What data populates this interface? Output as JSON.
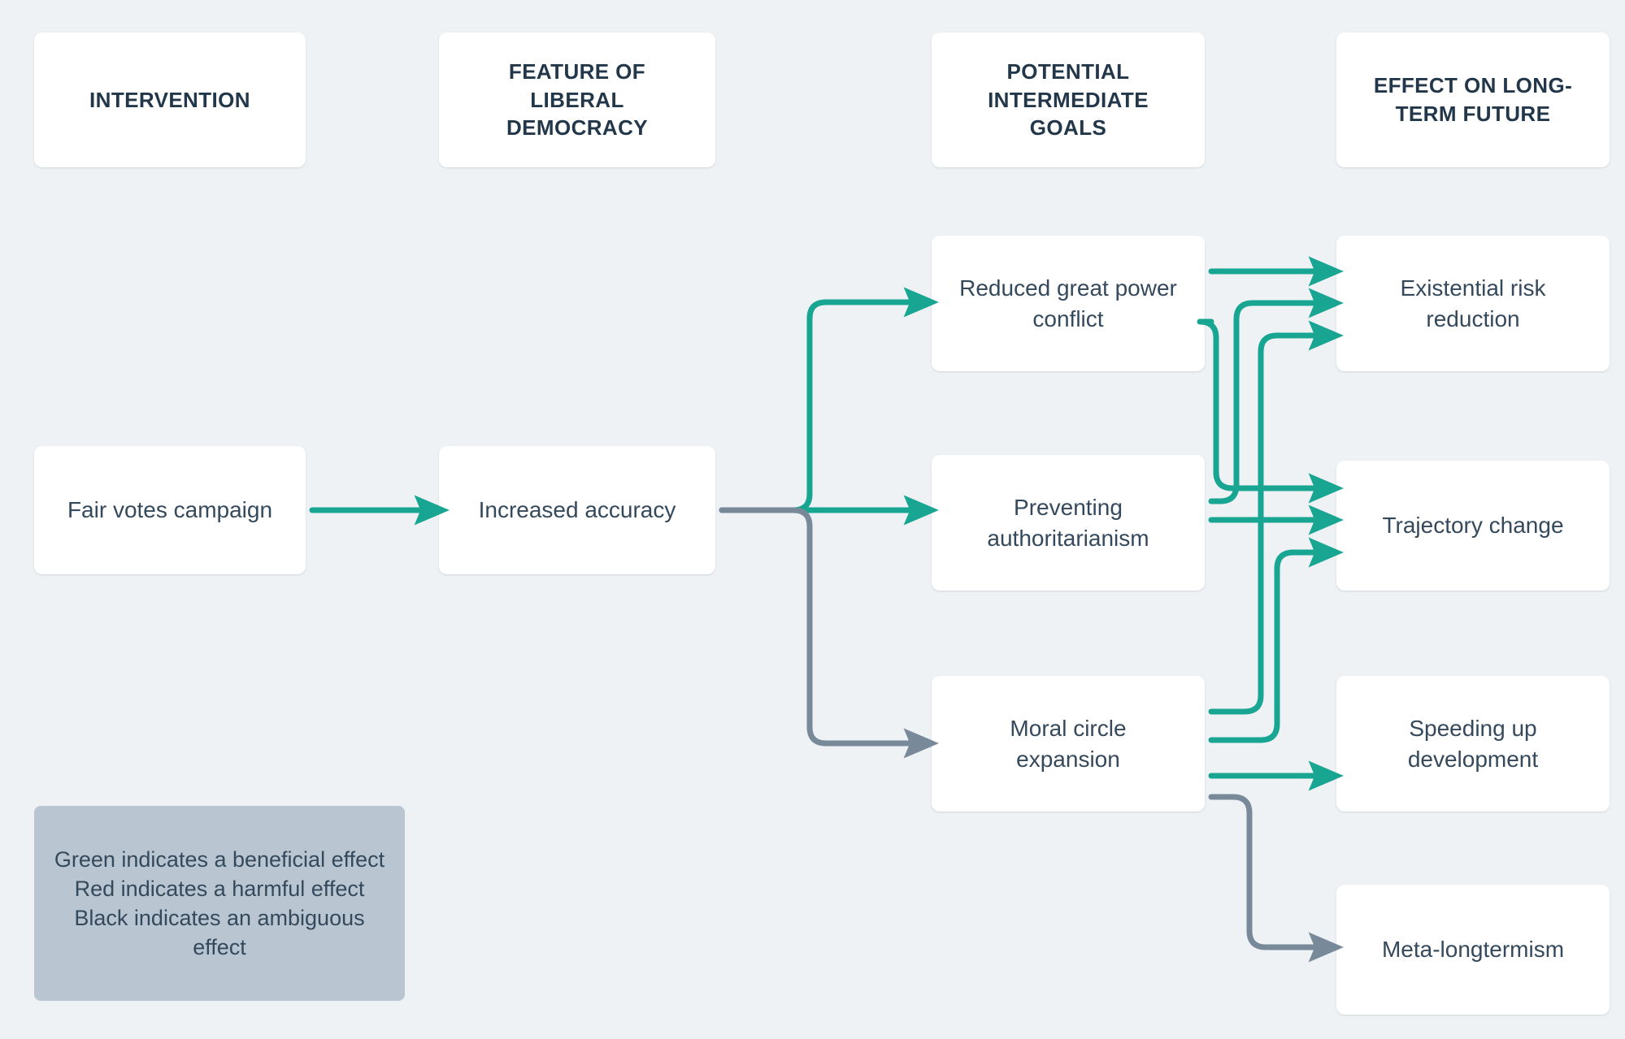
{
  "diagram": {
    "title": "Fair votes campaign longtermism pathway diagram",
    "background_color": "#eff2f5",
    "colors": {
      "beneficial": "#18a592",
      "ambiguous": "#78899a",
      "harmful": "#c0392b",
      "node_bg": "#ffffff",
      "legend_bg": "#b9c6d1",
      "text": "#35495c"
    },
    "columns": [
      {
        "id": "intervention",
        "header": "INTERVENTION"
      },
      {
        "id": "feature",
        "header": "FEATURE OF\nLIBERAL\nDEMOCRACY"
      },
      {
        "id": "goals",
        "header": "POTENTIAL\nINTERMEDIATE\nGOALS"
      },
      {
        "id": "effects",
        "header": "EFFECT ON LONG-\nTERM FUTURE"
      }
    ],
    "nodes": {
      "fair_votes_campaign": "Fair votes campaign",
      "increased_accuracy": "Increased accuracy",
      "reduced_great_power_conflict": "Reduced great power\nconflict",
      "preventing_authoritarianism": "Preventing\nauthoritarianism",
      "moral_circle_expansion": "Moral circle\nexpansion",
      "existential_risk_reduction": "Existential risk\nreduction",
      "trajectory_change": "Trajectory change",
      "speeding_up_development": "Speeding up\ndevelopment",
      "meta_longtermism": "Meta-longtermism"
    },
    "legend": {
      "text": "Green indicates a beneficial effect\nRed indicates a harmful effect\nBlack indicates an ambiguous effect",
      "lines": [
        "Green indicates a beneficial effect",
        "Red indicates a harmful effect",
        "Black indicates an ambiguous effect"
      ]
    },
    "edges": [
      {
        "from": "fair_votes_campaign",
        "to": "increased_accuracy",
        "effect": "beneficial"
      },
      {
        "from": "increased_accuracy",
        "to": "reduced_great_power_conflict",
        "effect": "beneficial"
      },
      {
        "from": "increased_accuracy",
        "to": "preventing_authoritarianism",
        "effect": "beneficial"
      },
      {
        "from": "increased_accuracy",
        "to": "moral_circle_expansion",
        "effect": "ambiguous"
      },
      {
        "from": "reduced_great_power_conflict",
        "to": "existential_risk_reduction",
        "effect": "beneficial"
      },
      {
        "from": "reduced_great_power_conflict",
        "to": "trajectory_change",
        "effect": "beneficial"
      },
      {
        "from": "preventing_authoritarianism",
        "to": "existential_risk_reduction",
        "effect": "beneficial"
      },
      {
        "from": "preventing_authoritarianism",
        "to": "trajectory_change",
        "effect": "beneficial"
      },
      {
        "from": "moral_circle_expansion",
        "to": "existential_risk_reduction",
        "effect": "beneficial"
      },
      {
        "from": "moral_circle_expansion",
        "to": "trajectory_change",
        "effect": "beneficial"
      },
      {
        "from": "moral_circle_expansion",
        "to": "speeding_up_development",
        "effect": "beneficial"
      },
      {
        "from": "moral_circle_expansion",
        "to": "meta_longtermism",
        "effect": "ambiguous"
      }
    ]
  }
}
